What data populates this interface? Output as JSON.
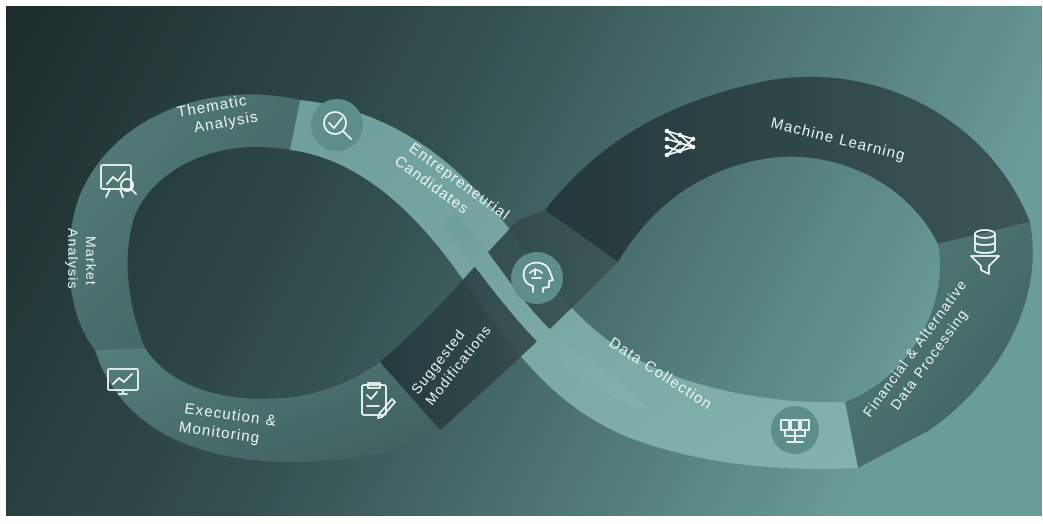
{
  "diagram": {
    "colors": {
      "background_dark": "#1d2c2d",
      "background_light": "#6a9c98",
      "band_light": "#77a8a3",
      "band_mid": "#5f918c",
      "band_dark": "#2a3c3d",
      "text": "#e9f4f2"
    },
    "stages": [
      {
        "id": "thematic-analysis",
        "lines": [
          "Thematic",
          "Analysis"
        ],
        "icon": "magnifier-check-icon"
      },
      {
        "id": "entrepreneurial-candidates",
        "lines": [
          "Entrepreneurial",
          "Candidates"
        ],
        "icon": "brain-head-icon"
      },
      {
        "id": "machine-learning",
        "lines": [
          "Machine Learning"
        ],
        "icon": "neural-network-icon"
      },
      {
        "id": "financial-alternative-data-processing",
        "lines": [
          "Financial & Alternative",
          "Data Processing"
        ],
        "icon": "database-funnel-icon"
      },
      {
        "id": "data-collection",
        "lines": [
          "Data Collection"
        ],
        "icon": "data-layers-icon"
      },
      {
        "id": "suggested-modifications",
        "lines": [
          "Suggested",
          "Modifications"
        ],
        "icon": "clipboard-edit-icon"
      },
      {
        "id": "execution-monitoring",
        "lines": [
          "Execution &",
          "Monitoring"
        ],
        "icon": "monitor-chart-icon"
      },
      {
        "id": "market-analysis",
        "lines": [
          "Market",
          "Analysis"
        ],
        "icon": "presentation-chart-icon"
      }
    ]
  }
}
